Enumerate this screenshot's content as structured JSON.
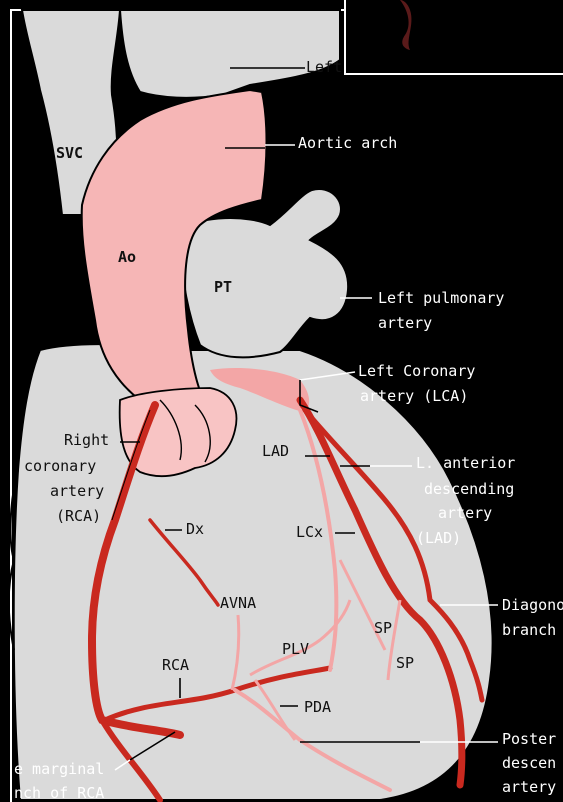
{
  "colors": {
    "background": "#000000",
    "tissue": "#dadada",
    "aorta": "#f6b6b6",
    "artery_dark": "#c9291f",
    "artery_light": "#f3a6a6",
    "outline": "#000000",
    "text_on_dark": "#ffffff",
    "text_on_light": "#111111"
  },
  "structures": {
    "svc": "SVC",
    "ao": "Ao",
    "pt": "PT"
  },
  "labels": {
    "left_top": "Left",
    "aortic_arch": "Aortic arch",
    "left_pulmonary_1": "Left pulmonary",
    "left_pulmonary_2": "artery",
    "left_coronary_1": "Left Coronary",
    "left_coronary_2": "artery (LCA)",
    "right_coronary_1": "Right",
    "right_coronary_2": "coronary",
    "right_coronary_3": "artery",
    "right_coronary_4": "(RCA)",
    "lad": "LAD",
    "l_anterior_1": "L. anterior",
    "l_anterior_2": "descending",
    "l_anterior_3": "artery",
    "l_anterior_4": "(LAD)",
    "dx": "Dx",
    "lcx": "LCx",
    "avna": "AVNA",
    "sp1": "SP",
    "sp2": "SP",
    "diagonal_1": "Diagono",
    "diagonal_2": "branch",
    "plv": "PLV",
    "rca": "RCA",
    "pda": "PDA",
    "posterior_1": "Poster",
    "posterior_2": "descen",
    "posterior_3": "artery",
    "marginal_1": "e marginal",
    "marginal_2": "nch of RCA"
  }
}
